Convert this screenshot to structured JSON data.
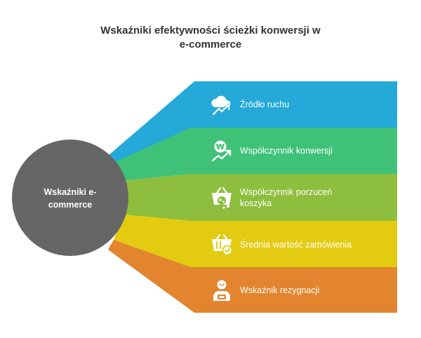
{
  "title": {
    "line1": "Wskaźniki efektywności ścieżki konwersji w",
    "line2": "e-commerce"
  },
  "hub": {
    "line1": "Wskaźniki e-",
    "line2": "commerce",
    "color": "#666666"
  },
  "bands": [
    {
      "label": "Źródło ruchu",
      "color": "#24a9d8",
      "icon": "cloud-growth-icon"
    },
    {
      "label": "Współczynnik konwersji",
      "color": "#3fc277",
      "icon": "currency-growth-icon"
    },
    {
      "label_line1": "Współczynnik porzuceń",
      "label_line2": "koszyka",
      "color": "#8dbe3d",
      "icon": "abandoned-basket-icon"
    },
    {
      "label": "Średnia wartość zamówienia",
      "color": "#e3cb12",
      "icon": "basket-check-icon"
    },
    {
      "label": "Wskaźnik rezygnacji",
      "color": "#e2852e",
      "icon": "person-exit-icon"
    }
  ]
}
